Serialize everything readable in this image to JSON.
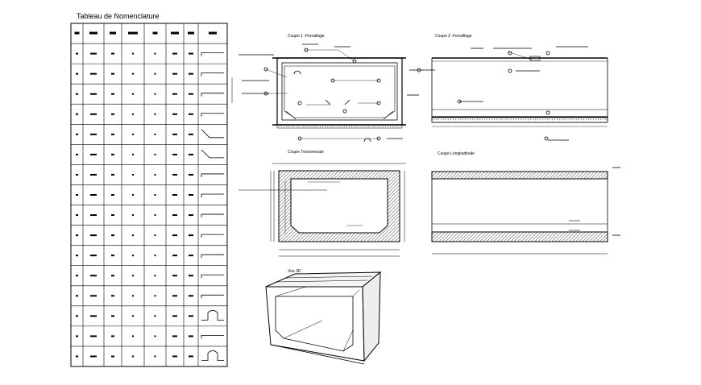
{
  "table": {
    "title": "Tableau de Nomenclature",
    "rows": 17
  },
  "views": {
    "coupe1": "Coupe 1 -Ferraillage",
    "coupe2": "Coupe 2 -Ferraillage",
    "transversale": "Coupe Transversale",
    "longitudinale": "Coupe Longitudinale",
    "vue3d": "Vue 3D"
  }
}
